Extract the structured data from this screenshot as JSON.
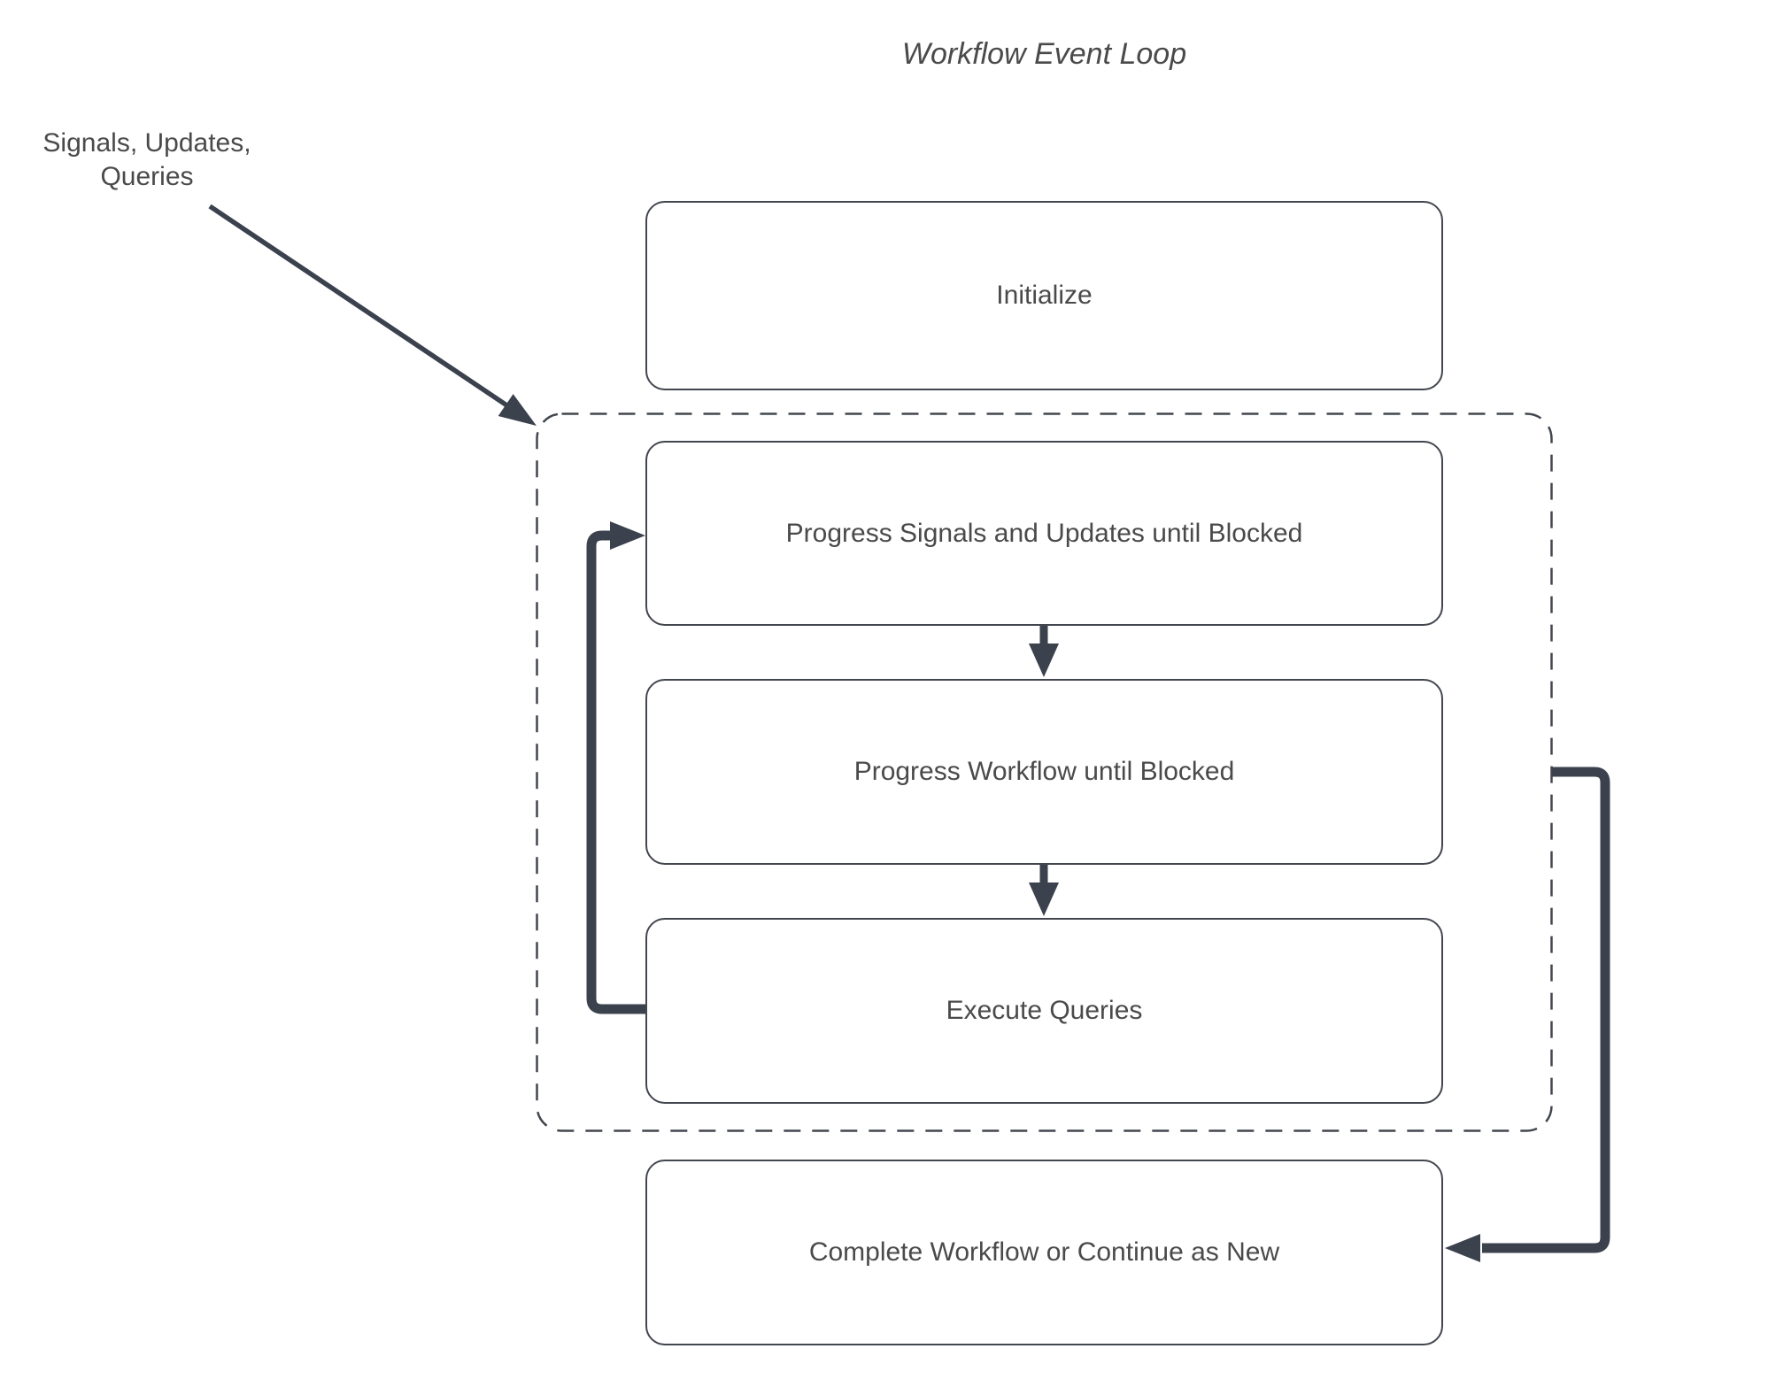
{
  "diagram": {
    "title": "Workflow Event Loop",
    "input_label": "Signals, Updates,\nQueries",
    "nodes": {
      "initialize": {
        "label": "Initialize"
      },
      "progress_signals": {
        "label": "Progress Signals and Updates until Blocked"
      },
      "progress_workflow": {
        "label": "Progress Workflow until Blocked"
      },
      "execute_queries": {
        "label": "Execute Queries"
      },
      "complete": {
        "label": "Complete Workflow or Continue as New"
      }
    },
    "colors": {
      "connector": "#3b414d",
      "node_border": "#42464e",
      "text": "#4a4a4a",
      "background": "#ffffff"
    }
  }
}
